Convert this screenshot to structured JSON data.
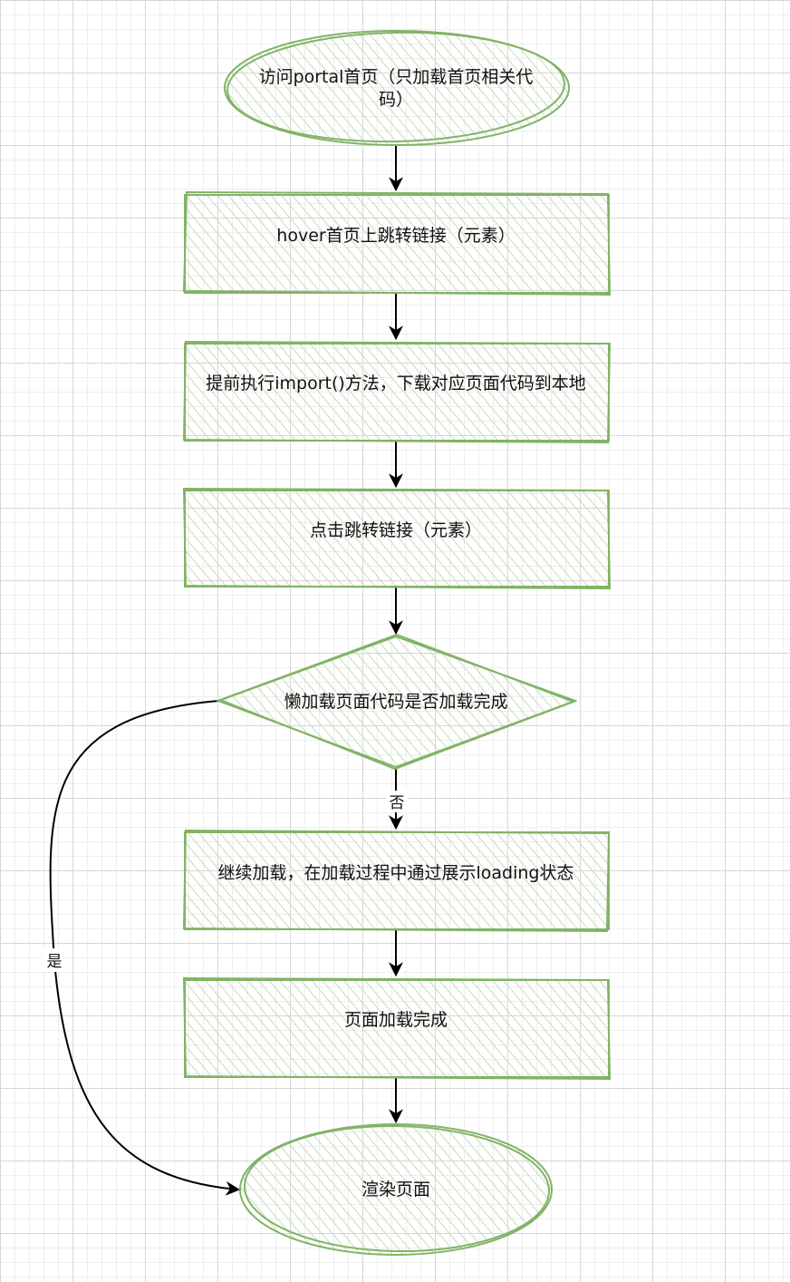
{
  "flowchart": {
    "colors": {
      "node_stroke": "#82b366",
      "node_fill_hatch": "#d5e8d4",
      "edge": "#000000",
      "text": "#111111"
    },
    "nodes": {
      "start": {
        "lines": [
          "访问portal首页（只加载首页相关代",
          "码）"
        ],
        "shape": "ellipse"
      },
      "hover": {
        "lines": [
          "hover首页上跳转链接（元素）"
        ],
        "shape": "rectangle"
      },
      "prefetch": {
        "lines": [
          "提前执行import()方法，下载对应页面代码到本地"
        ],
        "shape": "rectangle"
      },
      "click": {
        "lines": [
          "点击跳转链接（元素）"
        ],
        "shape": "rectangle"
      },
      "decision": {
        "lines": [
          "懒加载页面代码是否加载完成"
        ],
        "shape": "diamond"
      },
      "continue_loading": {
        "lines": [
          "继续加载，在加载过程中通过展示loading状态"
        ],
        "shape": "rectangle"
      },
      "page_loaded": {
        "lines": [
          "页面加载完成"
        ],
        "shape": "rectangle"
      },
      "render": {
        "lines": [
          "渲染页面"
        ],
        "shape": "ellipse"
      }
    },
    "edges": [
      {
        "from": "start",
        "to": "hover",
        "label": ""
      },
      {
        "from": "hover",
        "to": "prefetch",
        "label": ""
      },
      {
        "from": "prefetch",
        "to": "click",
        "label": ""
      },
      {
        "from": "click",
        "to": "decision",
        "label": ""
      },
      {
        "from": "decision",
        "to": "continue_loading",
        "label": "否"
      },
      {
        "from": "continue_loading",
        "to": "page_loaded",
        "label": ""
      },
      {
        "from": "page_loaded",
        "to": "render",
        "label": ""
      },
      {
        "from": "decision",
        "to": "render",
        "label": "是"
      }
    ]
  }
}
